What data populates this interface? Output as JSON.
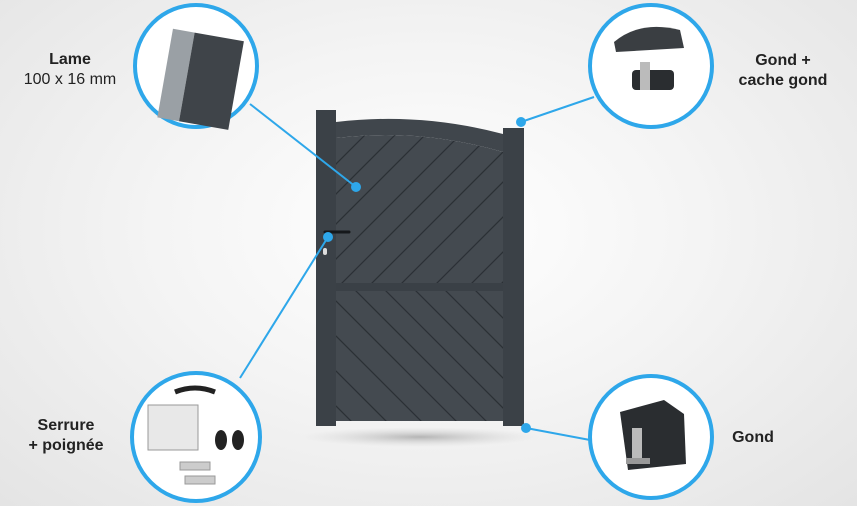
{
  "callouts": {
    "lame": {
      "title": "Lame",
      "detail": "100 x 16 mm"
    },
    "gond_cache": {
      "line1": "Gond +",
      "line2": "cache gond"
    },
    "serrure": {
      "line1": "Serrure",
      "line2": "+ poignée"
    },
    "gond": {
      "title": "Gond"
    }
  },
  "colors": {
    "accent": "#2ea7ea",
    "gate": "#3d4349"
  }
}
